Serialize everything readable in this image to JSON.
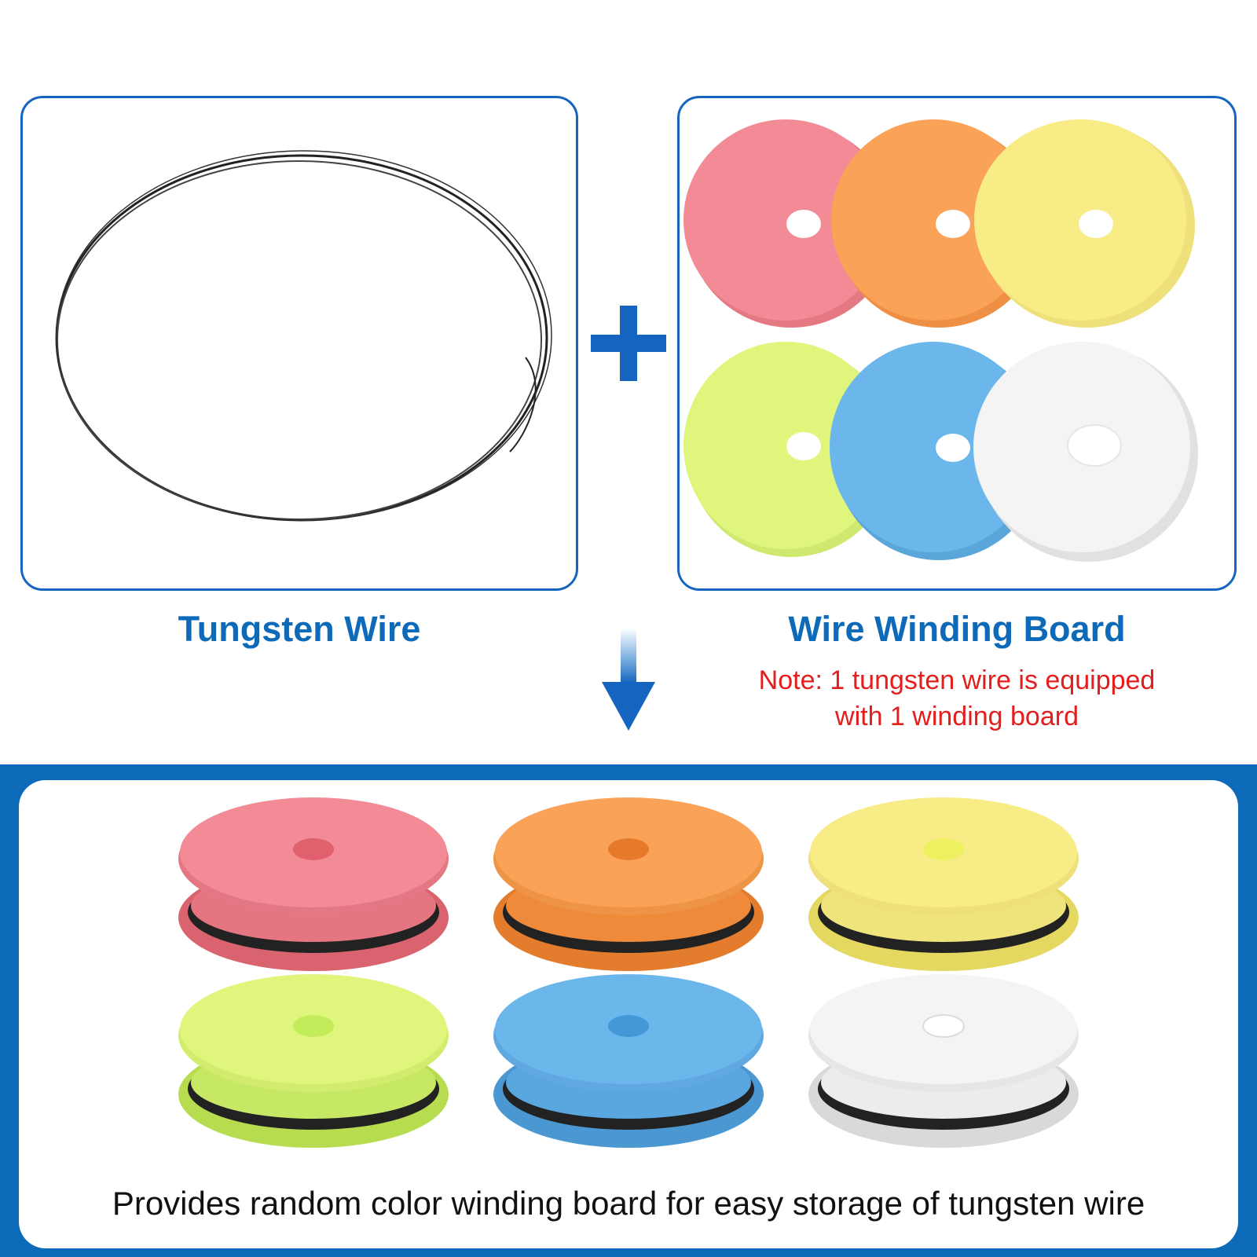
{
  "left_panel": {
    "label": "Tungsten Wire"
  },
  "right_panel": {
    "label": "Wire Winding Board",
    "note_line1": "Note: 1 tungsten wire is equipped",
    "note_line2": "with 1 winding board"
  },
  "caption": "Provides random color winding board for easy storage of tungsten wire",
  "colors": {
    "accent": "#1565c0",
    "note": "#e41d1d",
    "boards": {
      "pink": "#f28b96",
      "orange": "#fba259",
      "yellow": "#f7ec86",
      "green": "#dff57c",
      "blue": "#6bb7ec",
      "white": "#f4f4f4"
    }
  },
  "icons": [
    "plus-icon",
    "down-arrow-icon"
  ]
}
